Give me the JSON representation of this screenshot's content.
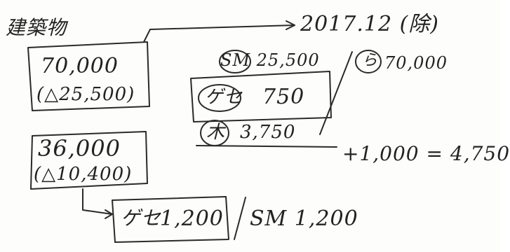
{
  "note": {
    "heading": "建築物",
    "date_label": "2017.12 (除)",
    "box1": {
      "value": "70,000",
      "paren": "(△25,500)"
    },
    "box2": {
      "value": "36,000",
      "paren": "(△10,400)"
    },
    "middle": {
      "sm": "SM 25,500",
      "right_circle_letter": "ら",
      "right_value": "70,000",
      "ge_label": "ゲセ",
      "ge_value": "750",
      "ki_label": "木",
      "ki_value": "3,750",
      "formula": "+1,000 = 4,750"
    },
    "bottom": {
      "ge_label": "ゲセ",
      "ge_value": "1,200",
      "sm_value": "SM 1,200"
    }
  }
}
